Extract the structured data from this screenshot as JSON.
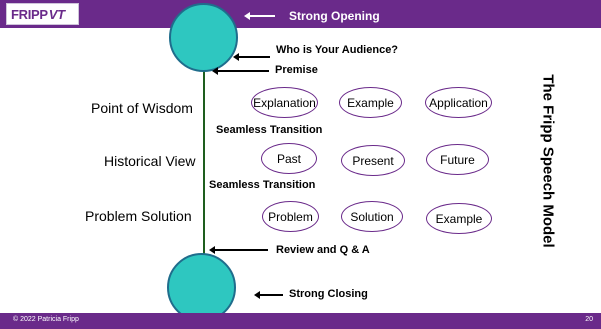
{
  "header": {
    "logo_main": "FRIPP",
    "logo_accent": "VT"
  },
  "colors": {
    "brand_purple": "#6a2a8a",
    "circle_teal": "#2ec7c0",
    "timeline_green": "#1e5e1e"
  },
  "slide": {
    "side_title": "The Fripp Speech Model",
    "flow": {
      "strong_opening": "Strong Opening",
      "audience": "Who is Your Audience?",
      "premise": "Premise",
      "transition_1": "Seamless Transition",
      "transition_2": "Seamless Transition",
      "review": "Review and Q & A",
      "strong_closing": "Strong Closing"
    },
    "rows": [
      {
        "label": "Point of Wisdom",
        "items": [
          "Explanation",
          "Example",
          "Application"
        ]
      },
      {
        "label": "Historical View",
        "items": [
          "Past",
          "Present",
          "Future"
        ]
      },
      {
        "label": "Problem Solution",
        "items": [
          "Problem",
          "Solution",
          "Example"
        ]
      }
    ]
  },
  "footer": {
    "copyright": "© 2022 Patricia Fripp",
    "page_number": "20"
  }
}
